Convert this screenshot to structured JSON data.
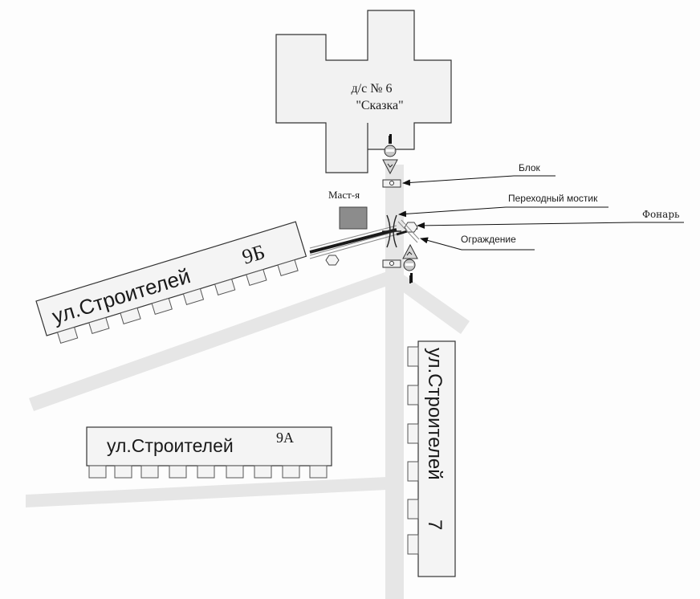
{
  "kindergarten": {
    "line1": "д/с № 6",
    "line2": "\"Сказка\""
  },
  "workshop_label": "Маст-я",
  "callouts": {
    "block": "Блок",
    "bridge": "Переходный мостик",
    "lamp": "Фонарь",
    "fence": "Ограждение"
  },
  "buildings": {
    "b9b": {
      "street": "ул.Строителей",
      "number": "9Б"
    },
    "b9a": {
      "street": "ул.Строителей",
      "number": "9А"
    },
    "b7": {
      "street": "ул.Строителей",
      "number": "7"
    }
  },
  "sign_marks": {
    "top": "I",
    "bottom": "I"
  },
  "colors": {
    "road": "#e5e5e5",
    "outline": "#333333",
    "workshop_fill": "#8c8c8c",
    "pipe": "#1a1a1a"
  }
}
